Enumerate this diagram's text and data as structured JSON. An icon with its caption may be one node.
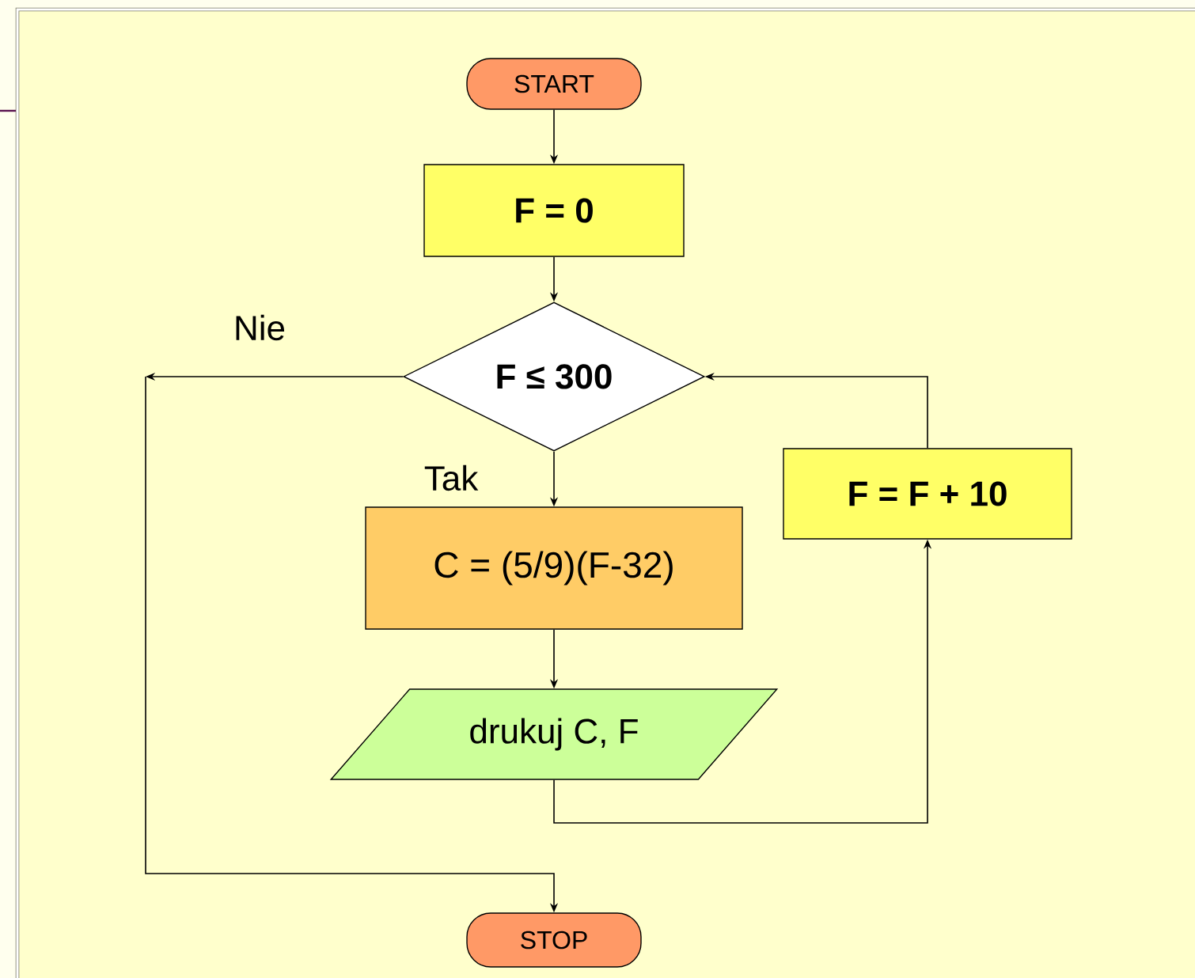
{
  "diagram": {
    "nodes": [
      {
        "text": [
          "START"
        ]
      },
      {
        "text": [
          "F = 0"
        ]
      },
      {
        "text": [
          "F ≤ 300"
        ]
      },
      {
        "text": [
          "C = (5/9)(F-32)"
        ]
      },
      {
        "text": [
          "drukuj C, F"
        ]
      },
      {
        "text": [
          "F = F + 10"
        ]
      },
      {
        "text": [
          "STOP"
        ]
      }
    ],
    "edges": [
      {
        "from": 0,
        "to": 1,
        "arrow": "to"
      },
      {
        "from": 1,
        "to": 2,
        "arrow": "to"
      },
      {
        "from": 2,
        "to": 3,
        "arrow": "to",
        "label": "Tak"
      },
      {
        "from": 3,
        "to": 4,
        "arrow": "to"
      },
      {
        "from": 4,
        "to": 5,
        "arrow": "to"
      },
      {
        "from": 5,
        "to": 2,
        "arrow": "to"
      },
      {
        "from": 2,
        "to": 6,
        "arrow": "to",
        "label": "Nie"
      }
    ]
  }
}
